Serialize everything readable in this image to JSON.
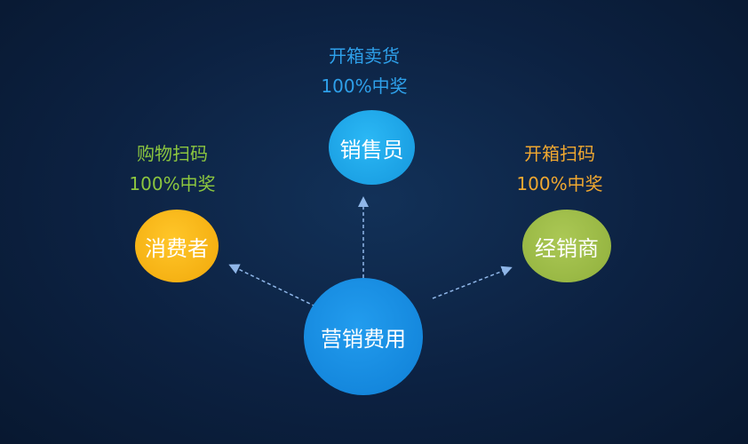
{
  "center": {
    "label": "营销费用",
    "color": "#1a8fe3"
  },
  "nodes": [
    {
      "id": "salesperson",
      "label": "销售员",
      "color": "#1eaaee",
      "caption": [
        "开箱卖货",
        "100%中奖"
      ],
      "caption_color": "#2ea0ea"
    },
    {
      "id": "consumer",
      "label": "消费者",
      "color": "#f7b613",
      "caption": [
        "购物扫码",
        "100%中奖"
      ],
      "caption_color": "#8cc63f"
    },
    {
      "id": "dealer",
      "label": "经销商",
      "color": "#9dbd47",
      "caption": [
        "开箱扫码",
        "100%中奖"
      ],
      "caption_color": "#f0a830"
    }
  ]
}
